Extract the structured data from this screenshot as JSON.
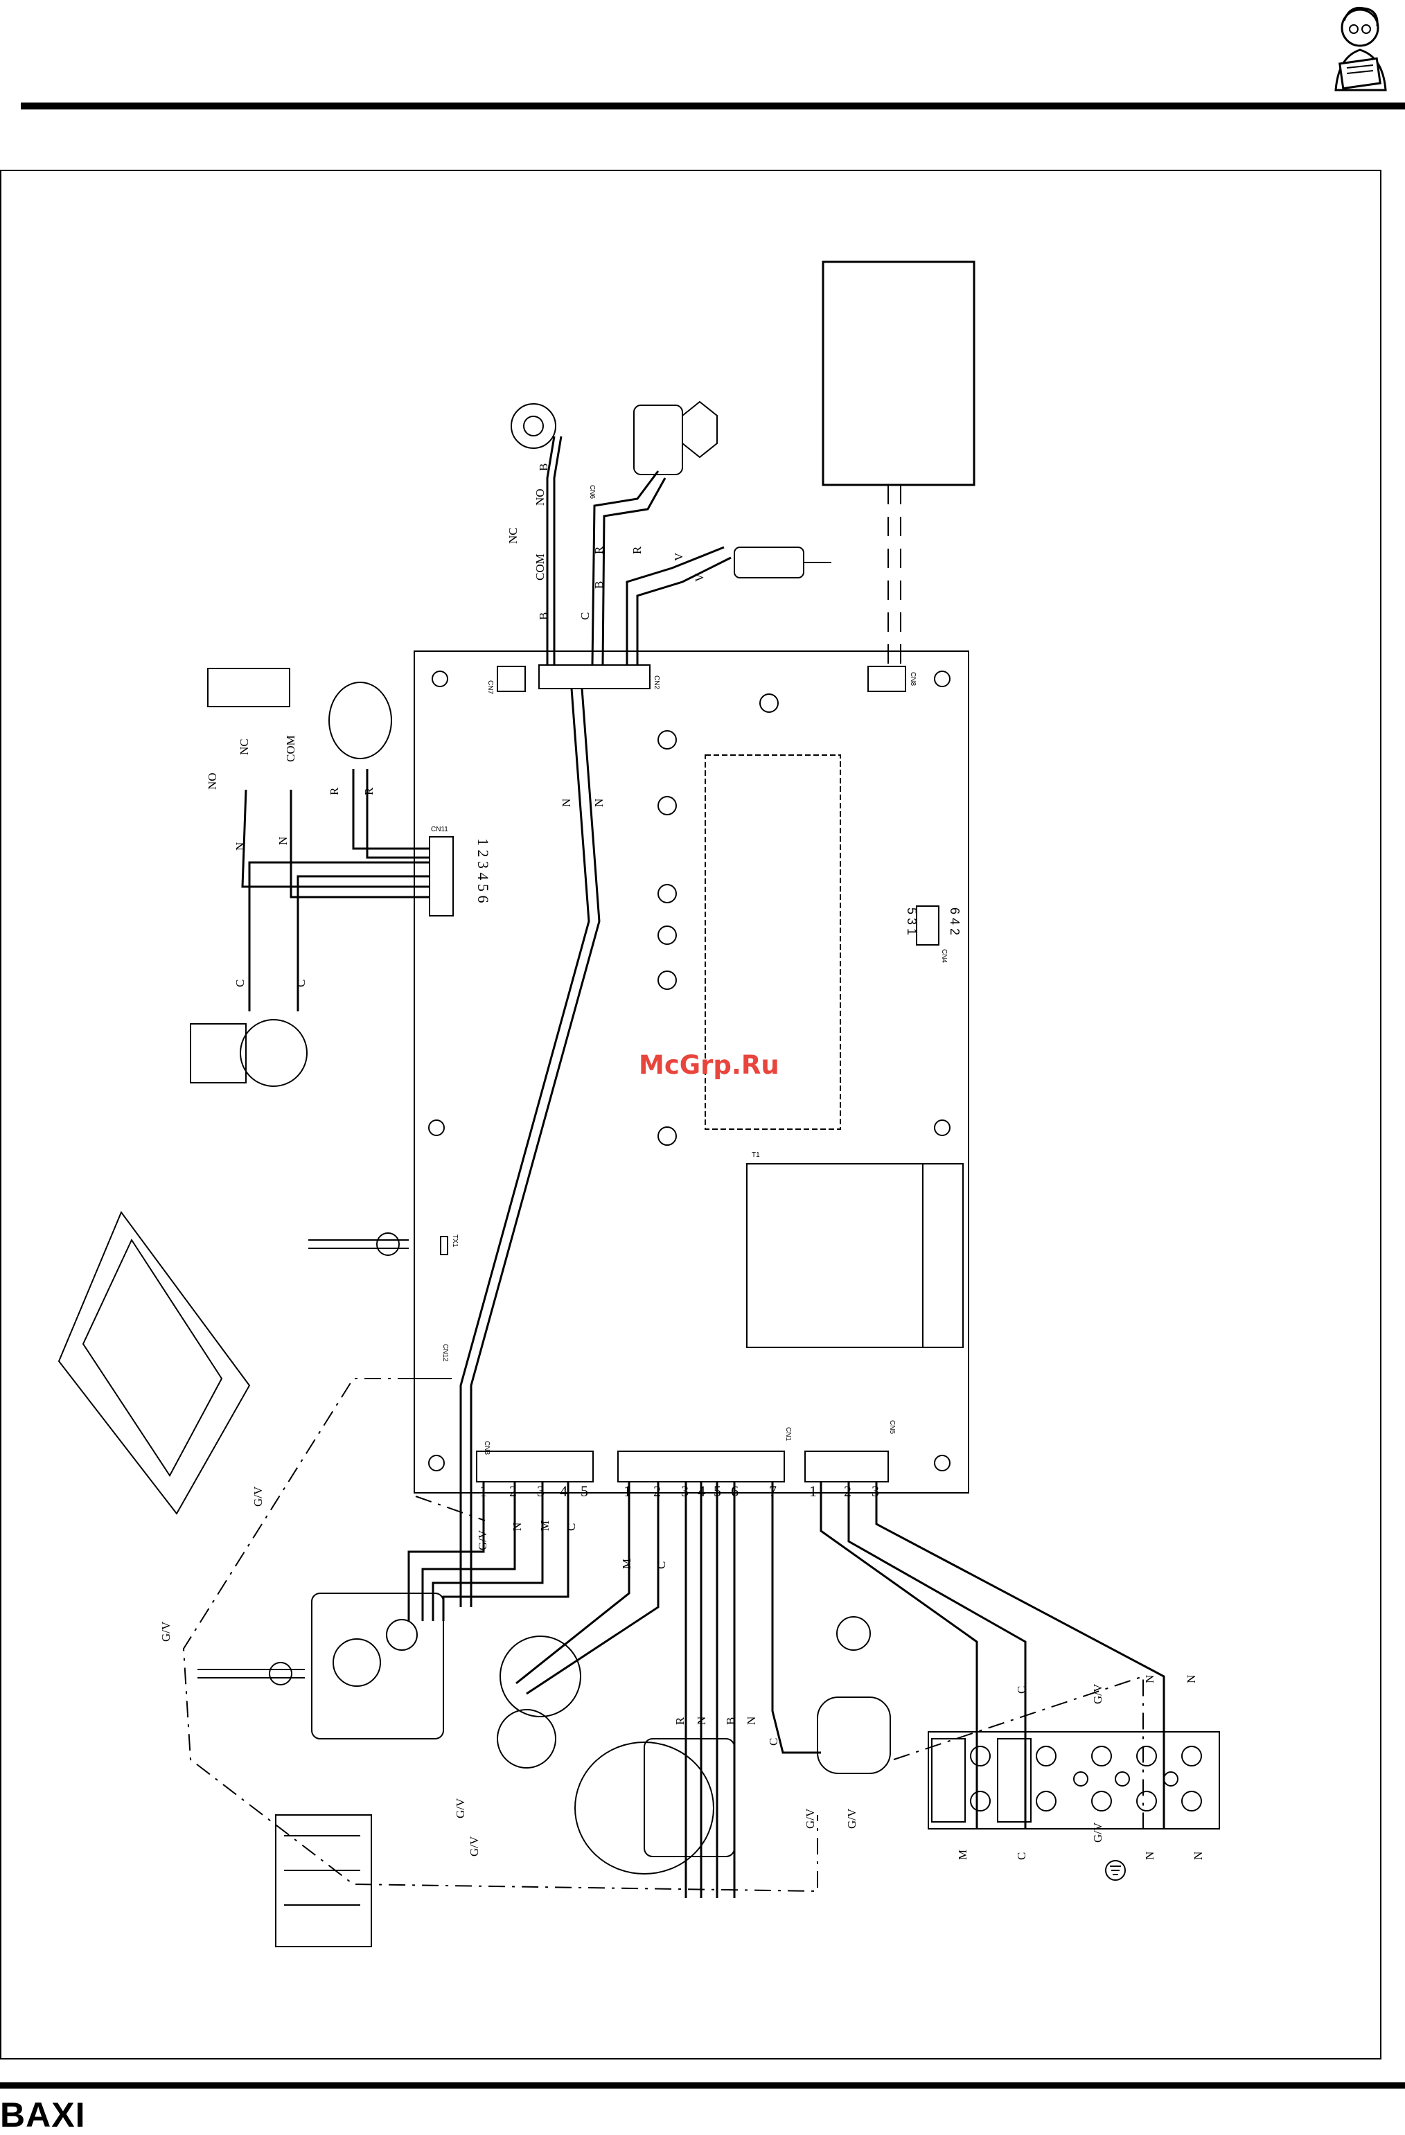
{
  "brand": {
    "logo_text": "BAXI"
  },
  "watermark": {
    "text": "McGrp.Ru"
  },
  "icons": {
    "mascot": "reading-man-icon"
  },
  "connectors": {
    "cn1": "CN1",
    "cn2": "CN2",
    "cn3": "CN3",
    "cn4": "CN4",
    "cn5": "CN5",
    "cn6": "CN6",
    "cn7": "CN7",
    "cn8": "CN8",
    "cn11": "CN11",
    "cn12": "CN12",
    "tx1": "TX1",
    "t1": "T1"
  },
  "pins": {
    "cn11": "1 2 3 4 5 6",
    "cn4_top": "5 3 1",
    "cn4_bottom": "6 4 2",
    "cn3": [
      "1",
      "2",
      "3",
      "4",
      "5"
    ],
    "cn1": [
      "1",
      "2",
      "3",
      "4",
      "5",
      "6",
      "7"
    ],
    "cn5": [
      "1",
      "2",
      "3"
    ]
  },
  "wire_labels": {
    "nc": "NC",
    "no": "NO",
    "com": "COM",
    "b": "B",
    "c": "C",
    "r": "R",
    "n": "N",
    "m": "M",
    "v": "V",
    "gv": "G/V"
  }
}
